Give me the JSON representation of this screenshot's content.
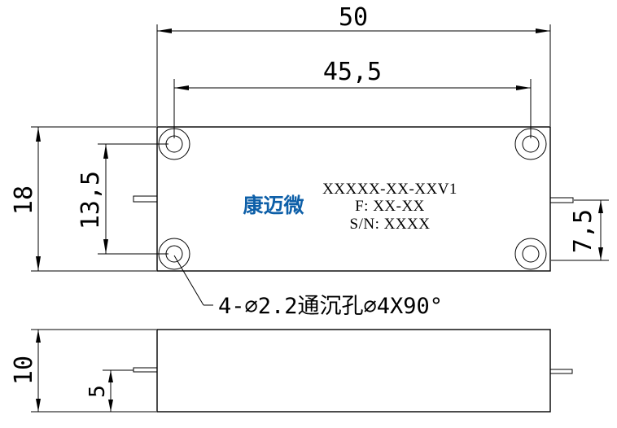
{
  "dimensions": {
    "overall_width": "50",
    "hole_spacing_x": "45,5",
    "overall_height": "18",
    "hole_spacing_y": "13,5",
    "pin_offset": "7,5",
    "thickness": "10",
    "pin_height": "5"
  },
  "labels": {
    "part_number": "XXXXX-XX-XXV1",
    "frequency": "F: XX-XX",
    "serial": "S/N: XXXX",
    "brand": "康迈微"
  },
  "callout": {
    "hole_note": "4-∅2.2通沉孔∅4X90°"
  }
}
